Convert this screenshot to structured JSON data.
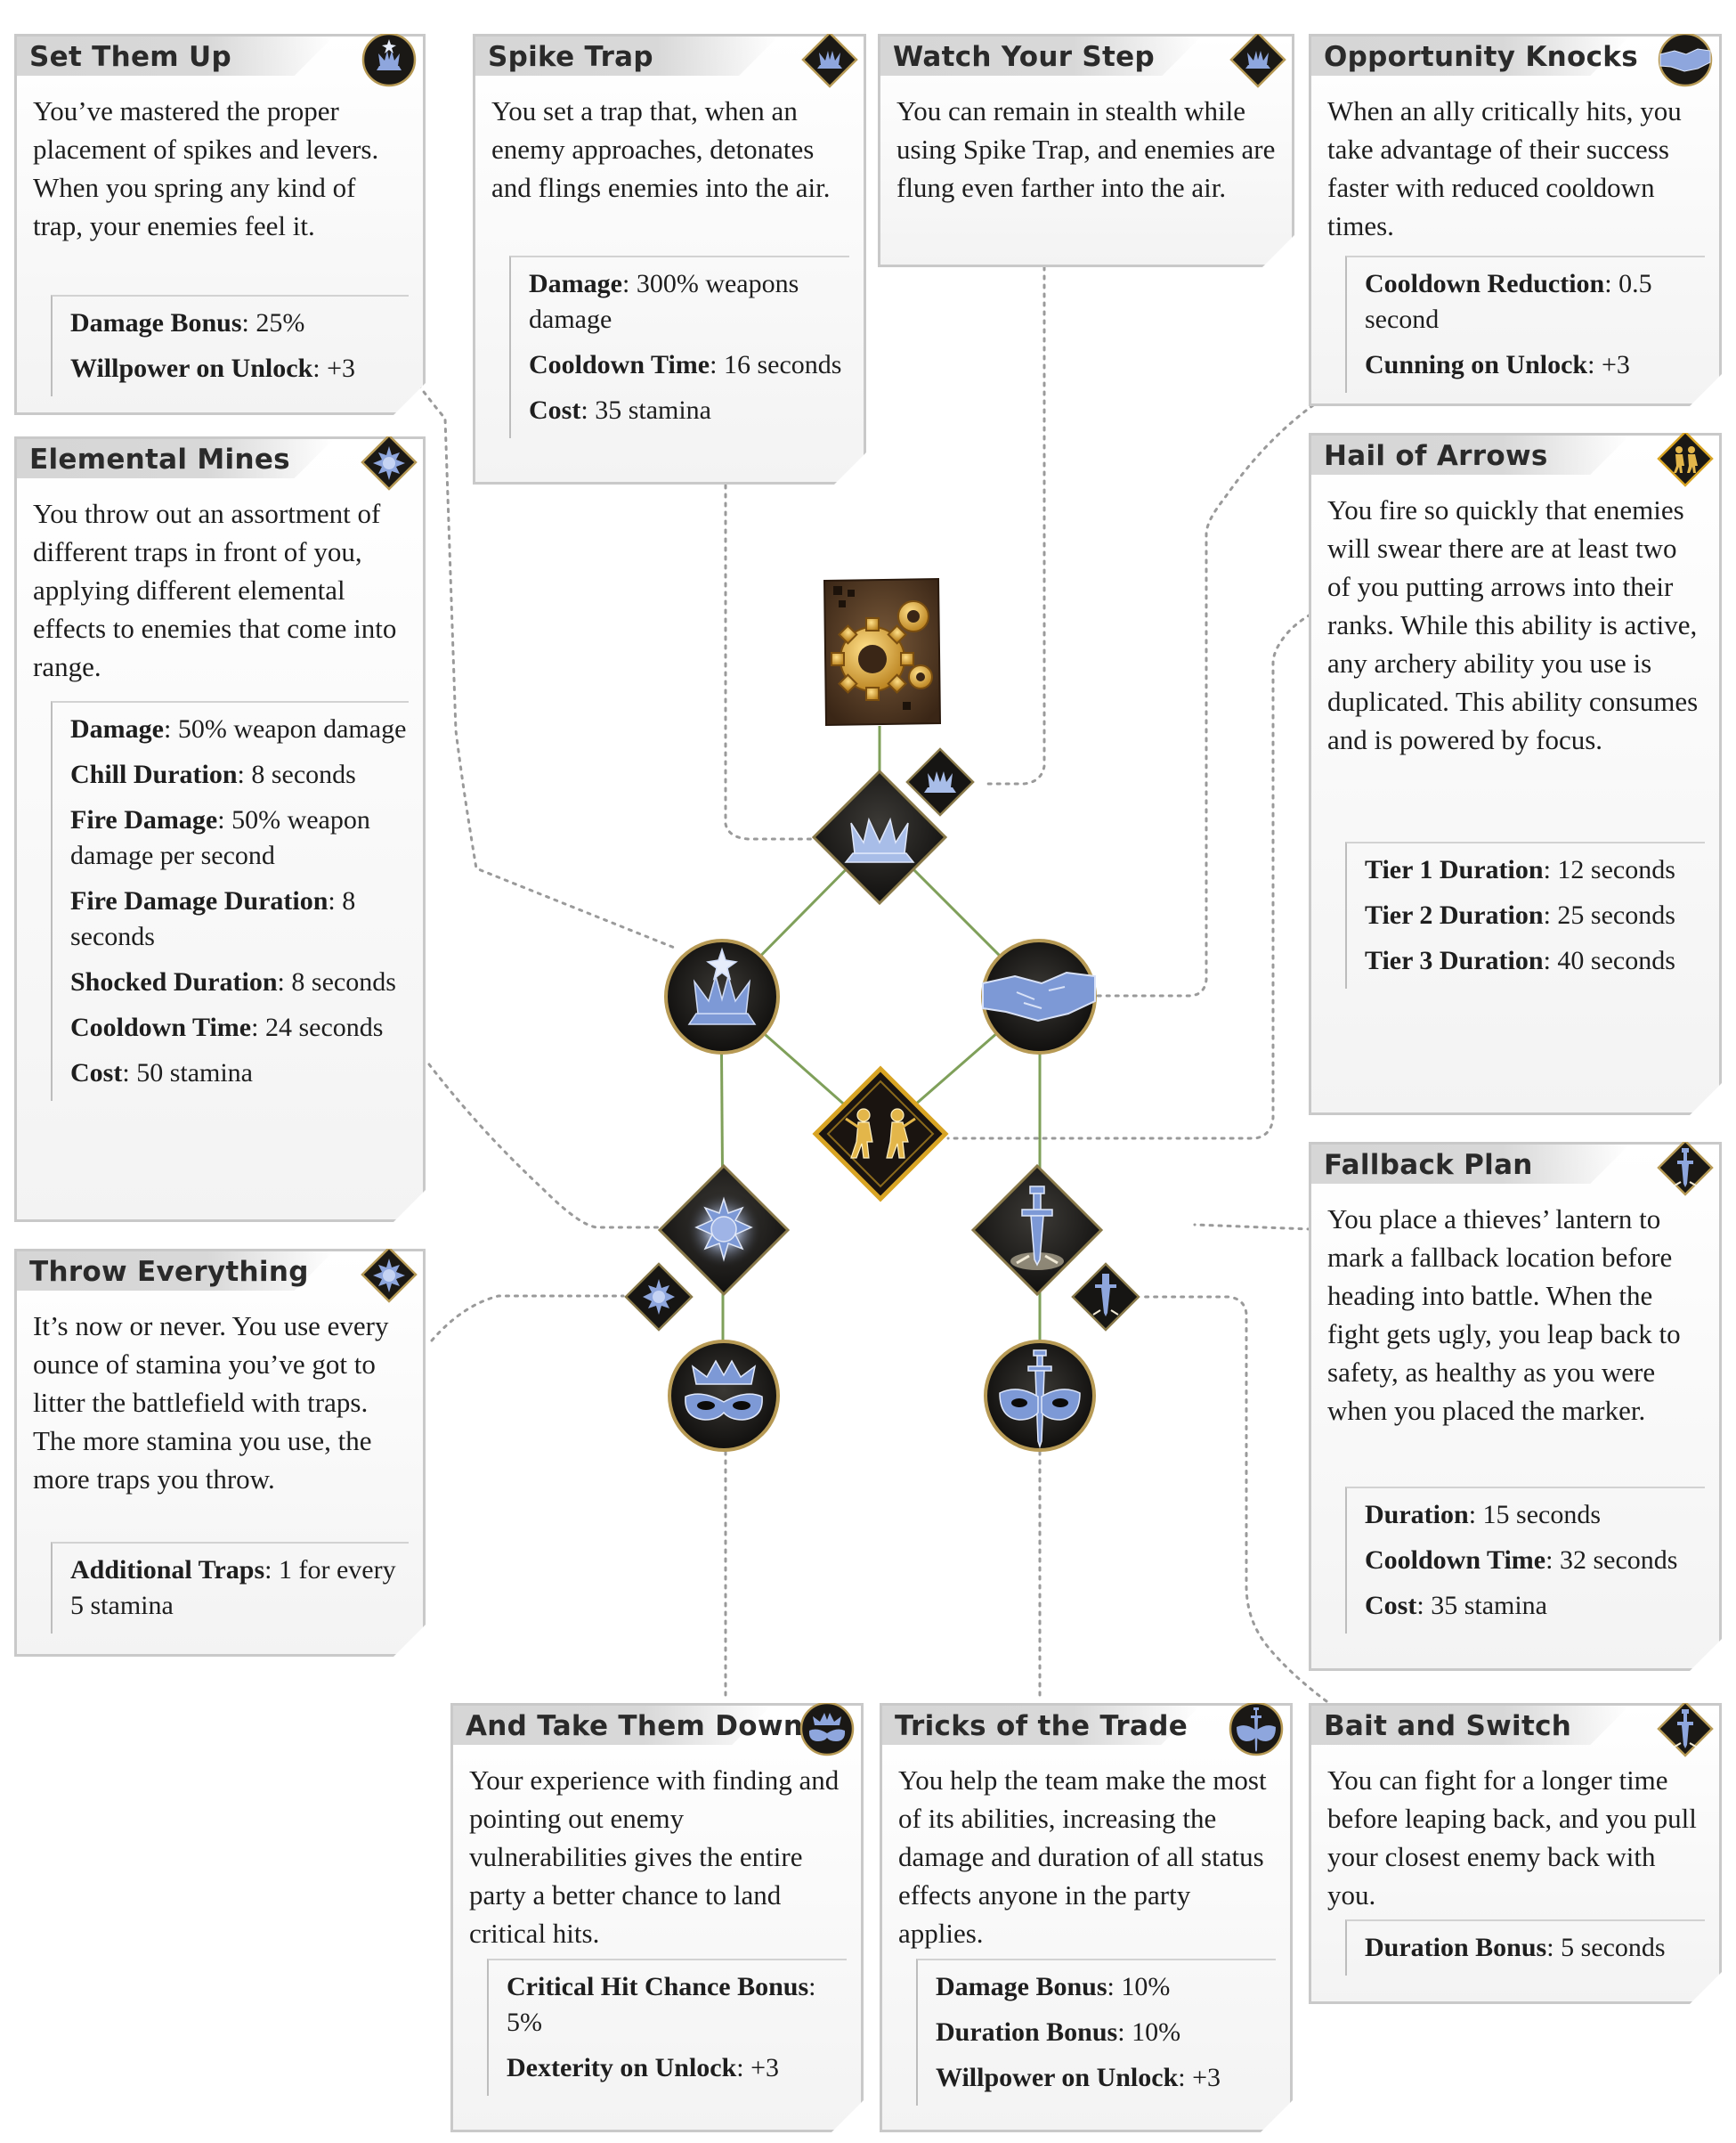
{
  "cards": [
    {
      "id": "set-them-up",
      "title": "Set Them Up",
      "desc": "You’ve mastered the proper placement of spikes and levers. When you spring any kind of trap, your enemies feel it.",
      "stats": [
        {
          "label": "Damage Bonus",
          "value": "25%"
        },
        {
          "label": "Willpower on Unlock",
          "value": "+3"
        }
      ]
    },
    {
      "id": "spike-trap",
      "title": "Spike Trap",
      "desc": "You set a trap that, when an enemy approaches, detonates and flings enemies into the air.",
      "stats": [
        {
          "label": "Damage",
          "value": "300% weapons damage"
        },
        {
          "label": "Cooldown Time",
          "value": "16 seconds"
        },
        {
          "label": "Cost",
          "value": "35 stamina"
        }
      ]
    },
    {
      "id": "watch-your-step",
      "title": "Watch Your Step",
      "desc": "You can remain in stealth while using Spike Trap, and enemies are flung even farther into the air.",
      "stats": []
    },
    {
      "id": "opportunity-knocks",
      "title": "Opportunity Knocks",
      "desc": "When an ally critically hits, you take advantage of their success faster with reduced cooldown times.",
      "stats": [
        {
          "label": "Cooldown Reduction",
          "value": "0.5 second"
        },
        {
          "label": "Cunning on Unlock",
          "value": "+3"
        }
      ]
    },
    {
      "id": "elemental-mines",
      "title": "Elemental Mines",
      "desc": "You throw out an assortment of different traps in front of you, applying different elemental effects to enemies that come into range.",
      "stats": [
        {
          "label": "Damage",
          "value": "50% weapon damage"
        },
        {
          "label": "Chill Duration",
          "value": "8 seconds"
        },
        {
          "label": "Fire Damage",
          "value": "50% weapon damage per second"
        },
        {
          "label": "Fire Damage Duration",
          "value": "8 seconds"
        },
        {
          "label": "Shocked Duration",
          "value": "8 seconds"
        },
        {
          "label": "Cooldown Time",
          "value": "24 seconds"
        },
        {
          "label": "Cost",
          "value": "50 stamina"
        }
      ]
    },
    {
      "id": "hail-of-arrows",
      "title": "Hail of Arrows",
      "desc": "You fire so quickly that enemies will swear there are at least two of you putting arrows into their ranks. While this ability is active, any archery ability you use is duplicated. This ability consumes and is powered by focus.",
      "stats": [
        {
          "label": "Tier 1 Duration",
          "value": "12 seconds"
        },
        {
          "label": "Tier 2 Duration",
          "value": "25 seconds"
        },
        {
          "label": "Tier 3 Duration",
          "value": "40 seconds"
        }
      ]
    },
    {
      "id": "throw-everything",
      "title": "Throw Everything",
      "desc": "It’s now or never. You use every ounce of stamina you’ve got to litter the battlefield with traps. The more stamina you use, the more traps you throw.",
      "stats": [
        {
          "label": "Additional Traps",
          "value": "1 for every 5 stamina"
        }
      ]
    },
    {
      "id": "fallback-plan",
      "title": "Fallback Plan",
      "desc": "You place a thieves’ lantern to mark a fallback location before heading into battle. When the fight gets ugly, you leap back to safety, as healthy as you were when you placed the marker.",
      "stats": [
        {
          "label": "Duration",
          "value": "15 seconds"
        },
        {
          "label": "Cooldown Time",
          "value": "32 seconds"
        },
        {
          "label": "Cost",
          "value": "35 stamina"
        }
      ]
    },
    {
      "id": "and-take-them-down",
      "title": "And Take Them Down",
      "desc": "Your experience with finding and pointing out enemy vulnerabilities gives the entire party a better chance to land critical hits.",
      "stats": [
        {
          "label": "Critical Hit Chance Bonus",
          "value": "5%"
        },
        {
          "label": "Dexterity on Unlock",
          "value": "+3"
        }
      ]
    },
    {
      "id": "tricks-of-the-trade",
      "title": "Tricks of the Trade",
      "desc": "You help the team make the most of its abilities, increasing the damage and duration of all status effects anyone in the party applies.",
      "stats": [
        {
          "label": "Damage Bonus",
          "value": "10%"
        },
        {
          "label": "Duration Bonus",
          "value": "10%"
        },
        {
          "label": "Willpower on Unlock",
          "value": "+3"
        }
      ]
    },
    {
      "id": "bait-and-switch",
      "title": "Bait and Switch",
      "desc": "You can fight for a longer time before leaping back, and you pull your closest enemy back with you.",
      "stats": [
        {
          "label": "Duration Bonus",
          "value": "5 seconds"
        }
      ]
    }
  ],
  "tree": {
    "root": {
      "icon": "gears-tree-icon"
    },
    "nodes": [
      {
        "id": "spike-trap",
        "icon": "spike-trap-icon",
        "shape": "diamond"
      },
      {
        "id": "watch-your-step",
        "icon": "spike-trap-upgrade-icon",
        "shape": "small-diamond"
      },
      {
        "id": "set-them-up",
        "icon": "spike-crown-icon",
        "shape": "circle"
      },
      {
        "id": "opportunity-knocks",
        "icon": "handshake-icon",
        "shape": "circle"
      },
      {
        "id": "hail-of-arrows",
        "icon": "twin-archers-icon",
        "shape": "diamond",
        "accent": "#d8a424"
      },
      {
        "id": "elemental-mines",
        "icon": "spiked-mine-icon",
        "shape": "diamond"
      },
      {
        "id": "throw-everything",
        "icon": "spiked-mine-upgrade-icon",
        "shape": "small-diamond"
      },
      {
        "id": "fallback-plan",
        "icon": "dagger-icon",
        "shape": "diamond"
      },
      {
        "id": "bait-and-switch",
        "icon": "dagger-upgrade-icon",
        "shape": "small-diamond"
      },
      {
        "id": "and-take-them-down",
        "icon": "crown-mask-icon",
        "shape": "circle"
      },
      {
        "id": "tricks-of-the-trade",
        "icon": "dagger-mask-icon",
        "shape": "circle"
      }
    ]
  },
  "colors": {
    "node_blue": "#6d89c9",
    "node_gold": "#c9a24a",
    "tree_line": "#7fa05a",
    "connector": "#9a9a9a",
    "card_border": "#c9c9c9"
  }
}
